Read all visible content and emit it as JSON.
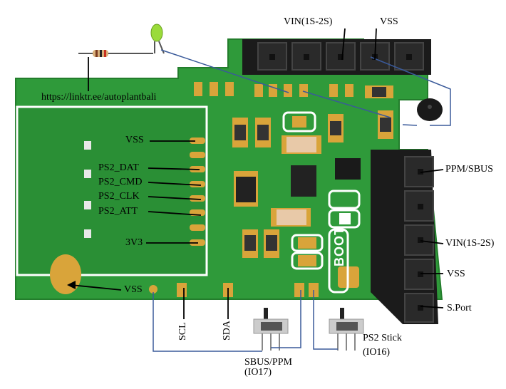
{
  "labels": {
    "vin_top": "VIN(1S-2S)",
    "vss_top": "VSS",
    "url": "https://linktr.ee/autoplantbali",
    "vss_left": "VSS",
    "ps2_dat": "PS2_DAT",
    "ps2_cmd": "PS2_CMD",
    "ps2_clk": "PS2_CLK",
    "ps2_att": "PS2_ATT",
    "v33": "3V3",
    "vss_bottom": "VSS",
    "scl": "SCL",
    "sda": "SDA",
    "ppm_sbus": "PPM/SBUS",
    "vin_right": "VIN(1S-2S)",
    "vss_right": "VSS",
    "sport": "S.Port",
    "ps2_stick": "PS2 Stick",
    "io16": "(IO16)",
    "sbus_ppm": "SBUS/PPM",
    "io17": "(IO17)",
    "boot": "BOOT"
  },
  "colors": {
    "pcb": "#2f9a3a",
    "pcb_dark": "#217a2b",
    "pad": "#d9a43a",
    "header": "#1b1b1b",
    "wire": "#3a5a9a",
    "lead": "#000000",
    "outline": "#ffffff"
  }
}
